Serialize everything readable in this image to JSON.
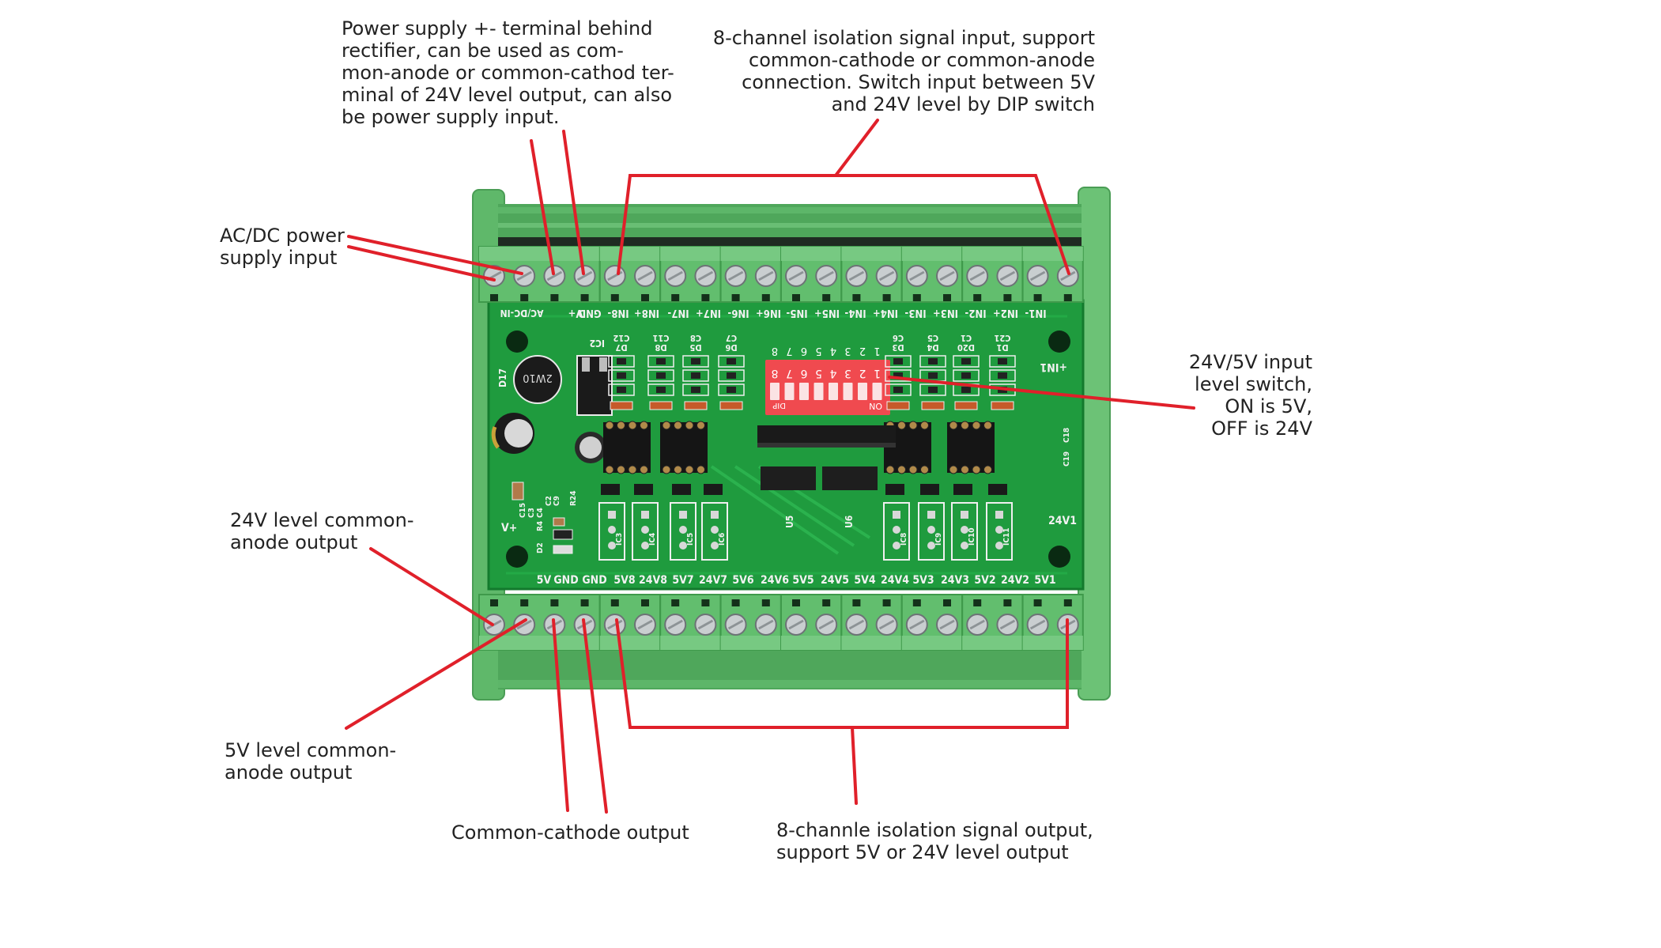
{
  "annotations": {
    "power_terminal": "Power supply +- terminal behind\nrectifier, can be used as com-\nmon-anode or common-cathod ter-\nminal of 24V level output, can also\nbe power supply input.",
    "signal_input": "8-channel isolation signal input, support\ncommon-cathode or common-anode\nconnection. Switch input between 5V\nand 24V level by DIP switch",
    "ac_dc_input": "AC/DC power\nsupply input",
    "level_switch": "24V/5V input\nlevel switch,\nON is 5V,\nOFF is 24V",
    "common_anode_24v": "24V level common-\nanode output",
    "common_anode_5v": "5V level common-\nanode output",
    "common_cathode": "Common-cathode output",
    "signal_output": "8-channle isolation signal output,\nsupport 5V or 24V level output"
  },
  "board": {
    "top_labels": [
      "AC/DC-IN",
      "V+",
      "GND",
      "IN8-",
      "IN8+",
      "IN7-",
      "IN7+",
      "IN6-",
      "IN6+",
      "IN5-",
      "IN5+",
      "IN4-",
      "IN4+",
      "IN3-",
      "IN3+",
      "IN2-",
      "IN2+",
      "IN1-"
    ],
    "in1_plus": "+IN1",
    "bottom_labels": [
      "5V",
      "GND",
      "GND",
      "5V8",
      "24V8",
      "5V7",
      "24V7",
      "5V6",
      "24V6",
      "5V5",
      "24V5",
      "5V4",
      "24V4",
      "5V3",
      "24V3",
      "5V2",
      "24V2",
      "5V1"
    ],
    "v_plus": "V+",
    "label_24v1": "24V1",
    "dip": {
      "numbers_top": [
        "8",
        "7",
        "6",
        "5",
        "4",
        "3",
        "2",
        "1"
      ],
      "numbers_body": [
        "8",
        "7",
        "6",
        "5",
        "4",
        "3",
        "2",
        "1"
      ],
      "brand_left": "DIP",
      "brand_right": "ON",
      "color": "#f04a4f"
    },
    "components": {
      "rectifier": "2W10",
      "rectifier_ref": "D17",
      "regulator_ref": "IC2",
      "u5": "U5",
      "u6": "U6",
      "cap_refs_top": [
        "C12",
        "C11",
        "C8",
        "C7",
        "C6",
        "C5",
        "C1",
        "C21"
      ],
      "diode_refs_top": [
        "D7",
        "D8",
        "D5",
        "D6",
        "D3",
        "D4",
        "D20",
        "D1"
      ],
      "left_refs": [
        "C15",
        "C3",
        "C4",
        "R4",
        "D2",
        "C2",
        "C9",
        "R24"
      ],
      "opto_refs": [
        "IC3",
        "IC4",
        "IC5",
        "IC6",
        "IC8",
        "IC9",
        "IC10",
        "IC11"
      ],
      "right_caps": [
        "C18",
        "C19"
      ]
    },
    "colors": {
      "enclosure": "#5fb86a",
      "pcb": "#1f9b3e",
      "annotation_line": "#e0202a"
    }
  }
}
